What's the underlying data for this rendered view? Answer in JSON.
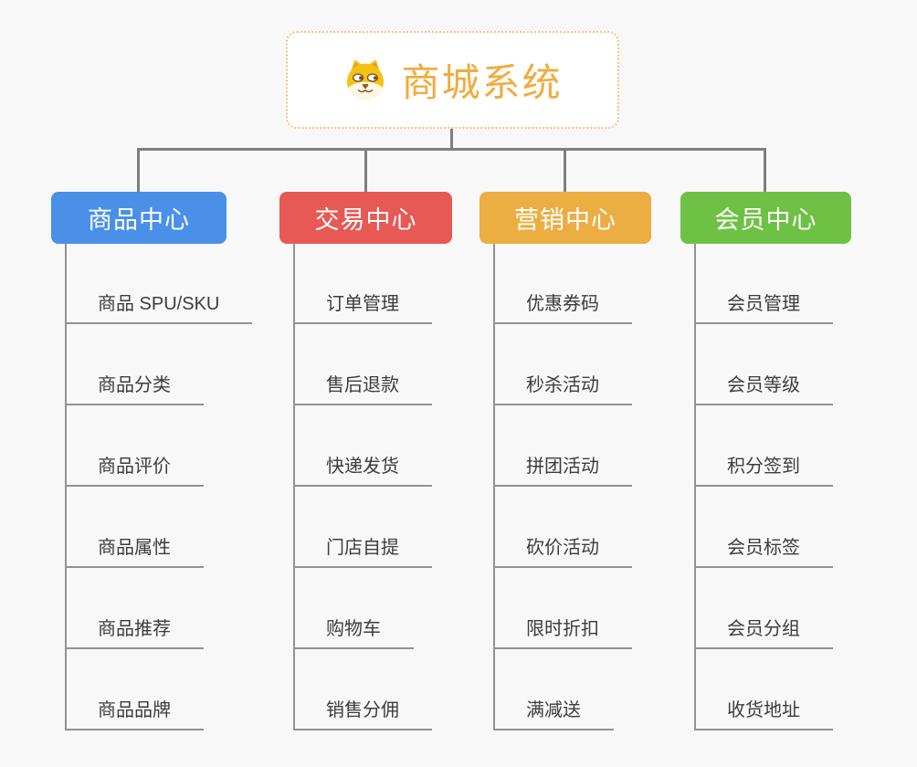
{
  "root": {
    "title": "商城系统",
    "title_color": "#F0AC40",
    "icon": "shiba-dog-icon",
    "border_color": "#F2C47E"
  },
  "branches": [
    {
      "label": "商品中心",
      "color": "#4A90E8",
      "items": [
        "商品 SPU/SKU",
        "商品分类",
        "商品评价",
        "商品属性",
        "商品推荐",
        "商品品牌"
      ]
    },
    {
      "label": "交易中心",
      "color": "#E65955",
      "items": [
        "订单管理",
        "售后退款",
        "快递发货",
        "门店自提",
        "购物车",
        "销售分佣"
      ]
    },
    {
      "label": "营销中心",
      "color": "#ECAE42",
      "items": [
        "优惠券码",
        "秒杀活动",
        "拼团活动",
        "砍价活动",
        "限时折扣",
        "满减送"
      ]
    },
    {
      "label": "会员中心",
      "color": "#6FC145",
      "items": [
        "会员管理",
        "会员等级",
        "积分签到",
        "会员标签",
        "会员分组",
        "收货地址"
      ]
    }
  ],
  "canvas": {
    "background": "#F8F8F8",
    "connector_color": "#7E7E7E",
    "leaf_line_color": "#929292",
    "leaf_text_color": "#3C3C3C"
  }
}
